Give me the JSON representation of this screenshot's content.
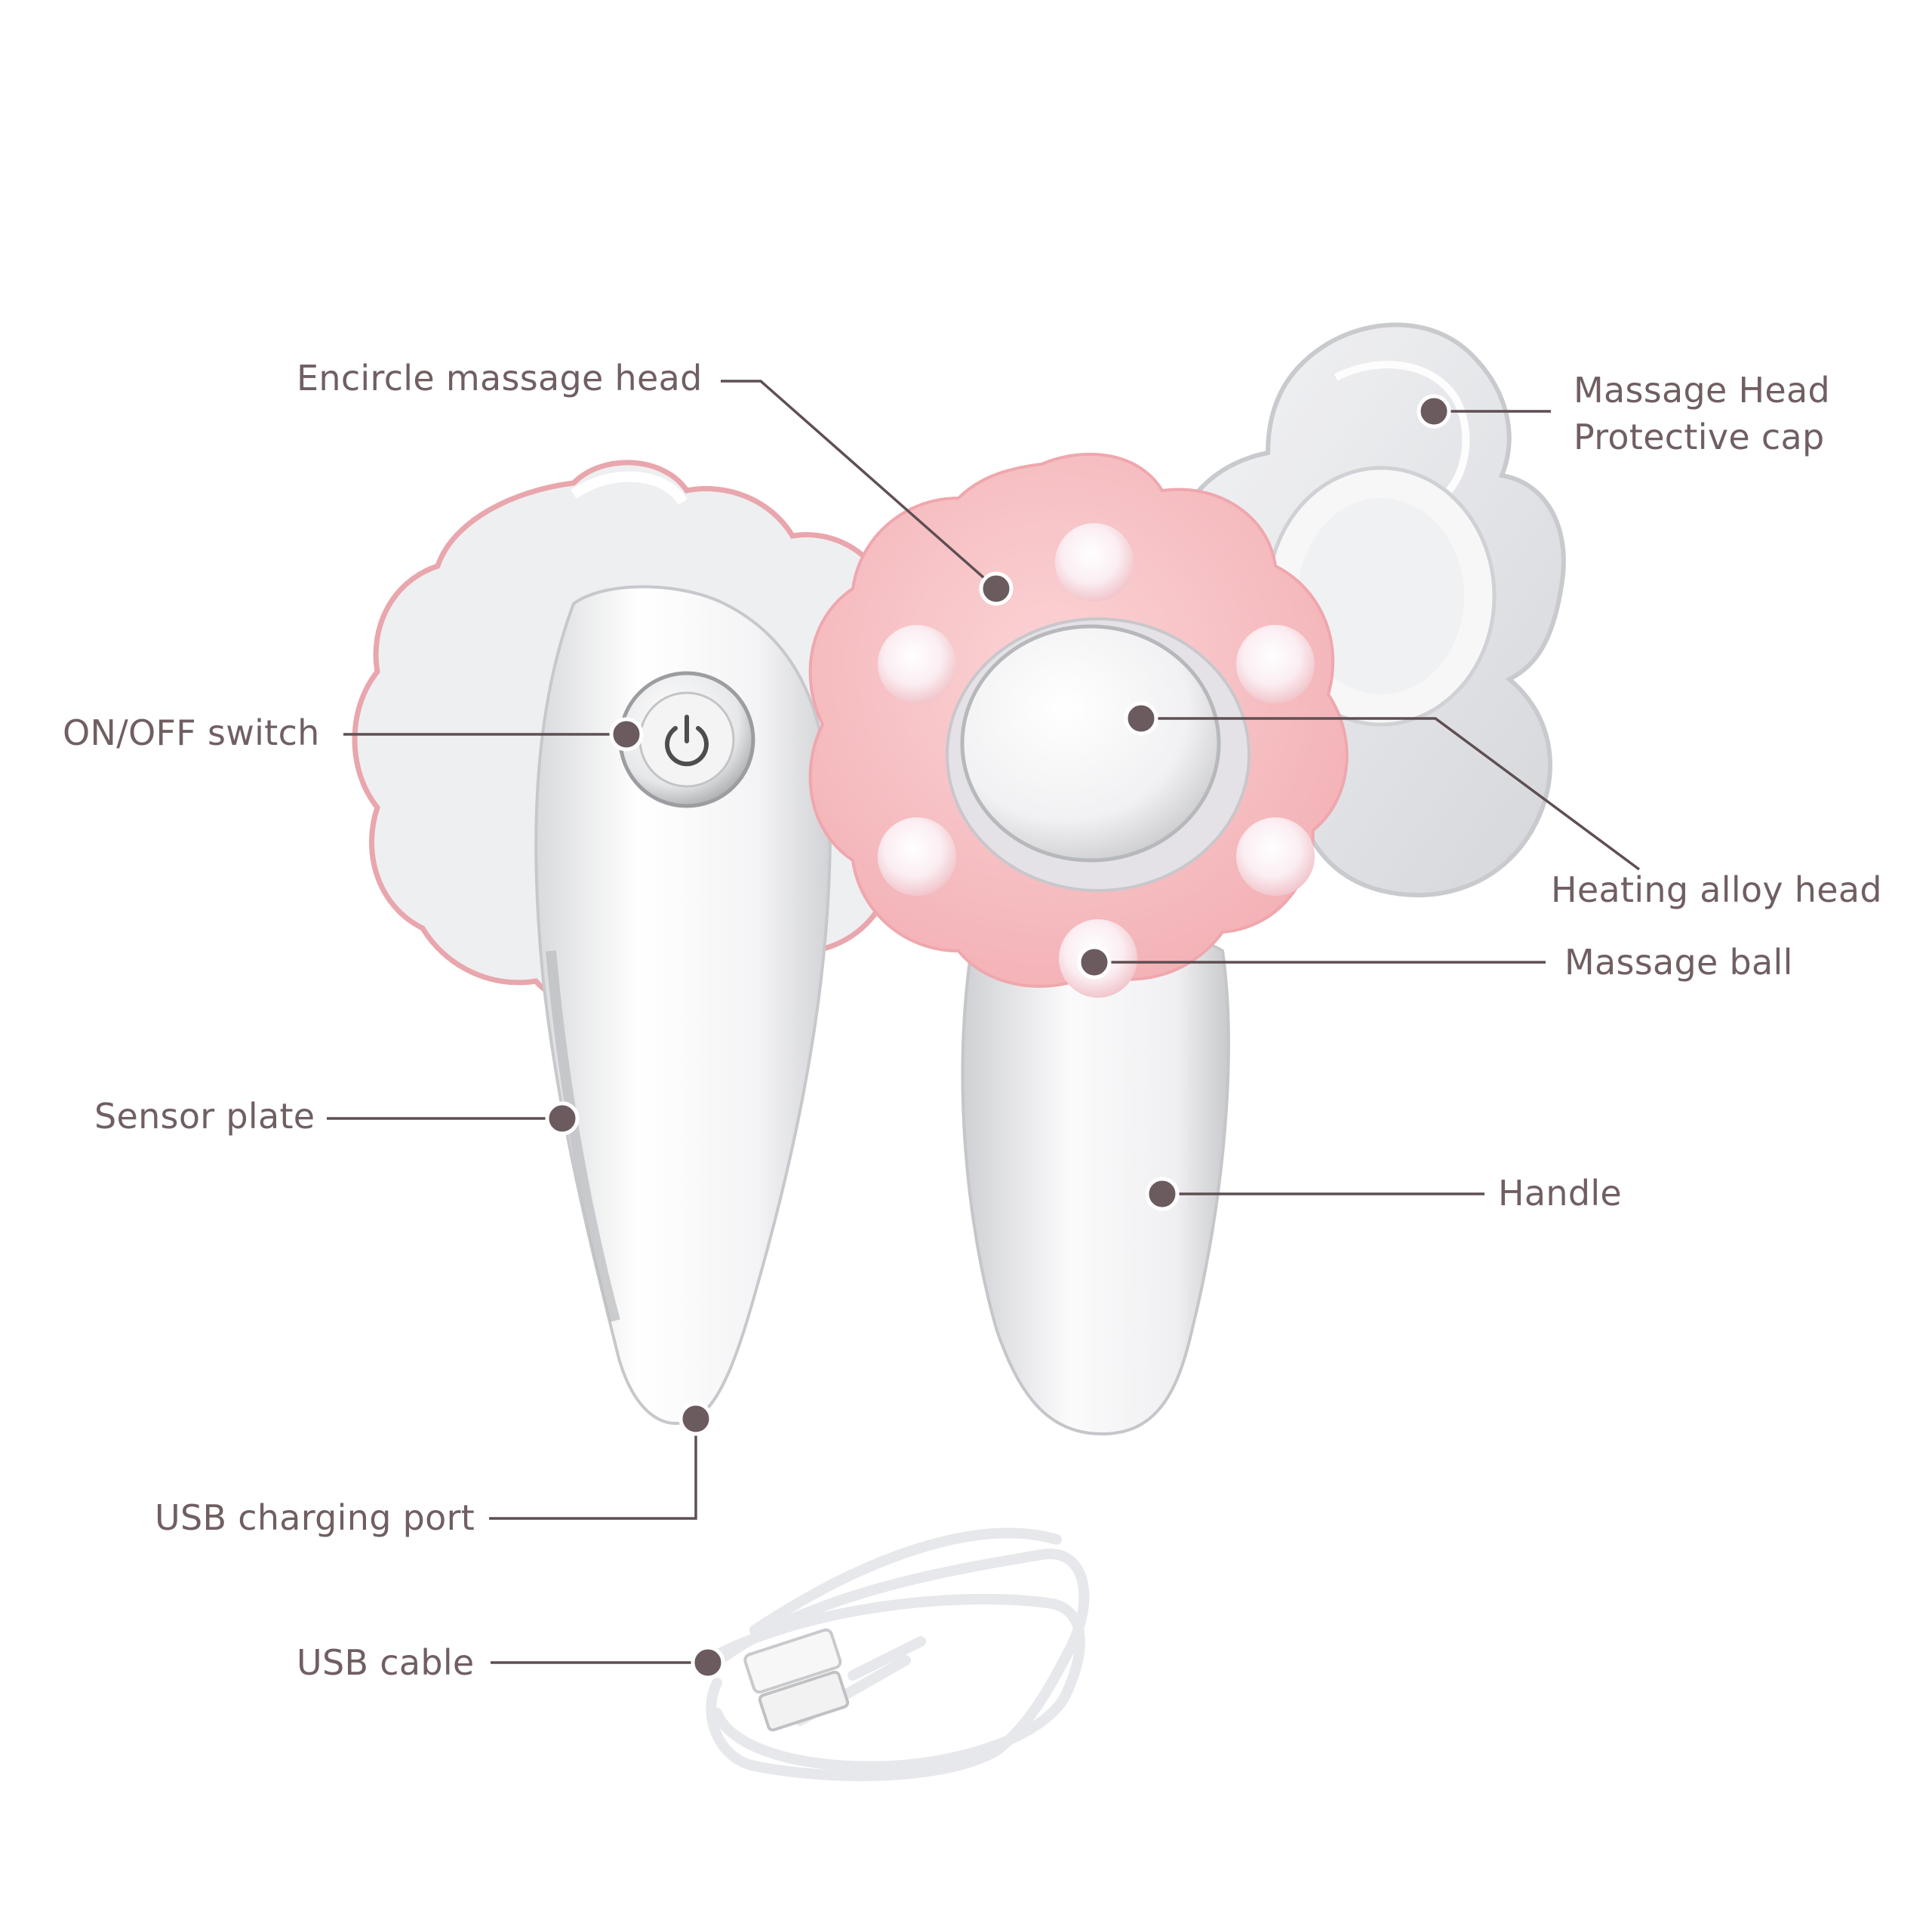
{
  "labels": {
    "encircle_massage_head": "Encircle massage head",
    "massage_head_cap_line1": "Massage Head",
    "massage_head_cap_line2": "Protective cap",
    "on_off_switch": "ON/OFF switch",
    "heating_alloy_head": "Heating alloy head",
    "massage_ball": "Massage ball",
    "sensor_plate": "Sensor plate",
    "handle": "Handle",
    "usb_charging_port": "USB charging port",
    "usb_cable": "USB cable"
  },
  "colors": {
    "label_text": "#705f62",
    "leader_line": "#5e4f52",
    "marker_dot": "#6b5b5e",
    "pink_head": "#f5bcc0",
    "device_white": "#f3f3f4",
    "cap_clear": "#e9eaec"
  },
  "icons": {
    "power": "power-icon"
  }
}
